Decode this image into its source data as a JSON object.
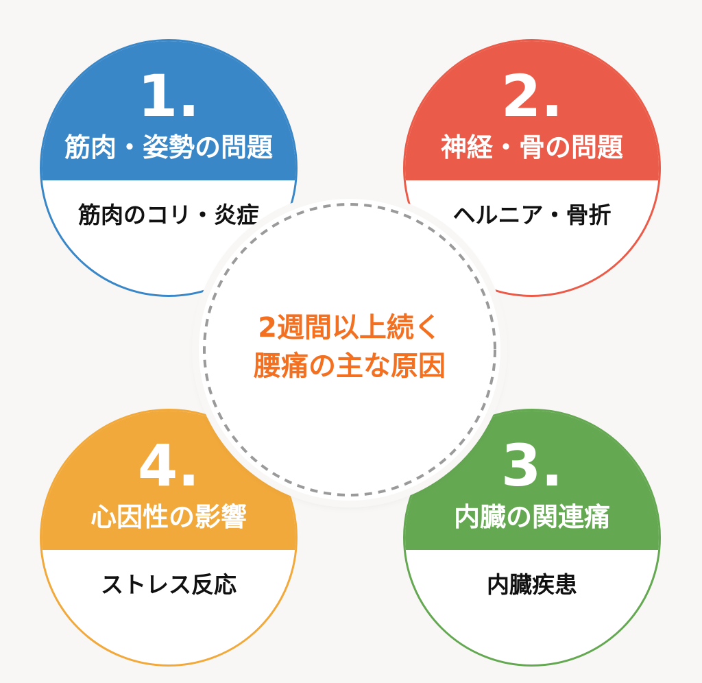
{
  "center": {
    "line1": "2週間以上続く",
    "line2": "腰痛の主な原因",
    "color": "#f37021"
  },
  "causes": [
    {
      "number": "1.",
      "title": "筋肉・姿勢の問題",
      "detail": "筋肉のコリ・炎症",
      "color": "#3a87c8"
    },
    {
      "number": "2.",
      "title": "神経・骨の問題",
      "detail": "ヘルニア・骨折",
      "color": "#ea5c49"
    },
    {
      "number": "3.",
      "title": "内臓の関連痛",
      "detail": "内臓疾患",
      "color": "#65a852"
    },
    {
      "number": "4.",
      "title": "心因性の影響",
      "detail": "ストレス反応",
      "color": "#f2a93b"
    }
  ]
}
